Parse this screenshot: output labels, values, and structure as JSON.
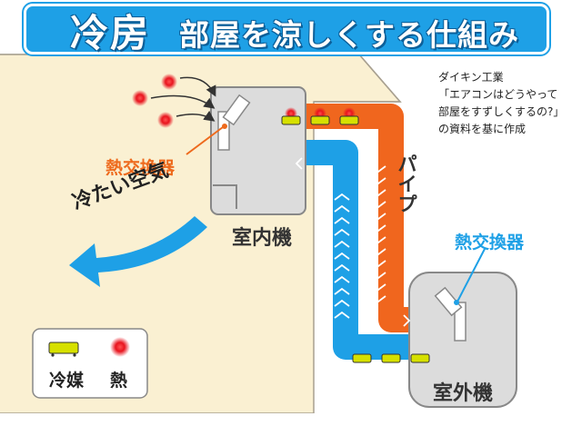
{
  "title": {
    "main": "冷房",
    "sub": "部屋を涼しくする仕組み"
  },
  "source_note": [
    "ダイキン工業",
    "「エアコンはどうやって",
    "部屋をすずしくするの?」",
    "の資料を基に作成"
  ],
  "labels": {
    "indoor_heat_exchanger": "熱交換器",
    "outdoor_heat_exchanger": "熱交換器",
    "indoor_unit": "室内機",
    "outdoor_unit": "室外機",
    "pipe": "パイプ",
    "cold_air": "冷たい空気"
  },
  "legend": {
    "refrigerant": "冷媒",
    "heat": "熱"
  },
  "colors": {
    "title_bg": "#1ea0e6",
    "hot_pipe": "#f0661e",
    "cold_pipe": "#1ea0e6",
    "unit": "#dcdcdc",
    "wall": "#faf0d2",
    "heat": "#e8141e",
    "refrigerant": "#d6e000",
    "sky": "#ffffff"
  },
  "icons": [
    "heat-dot",
    "refrigerant-capsule",
    "chevron-arrow",
    "curved-arrow"
  ]
}
